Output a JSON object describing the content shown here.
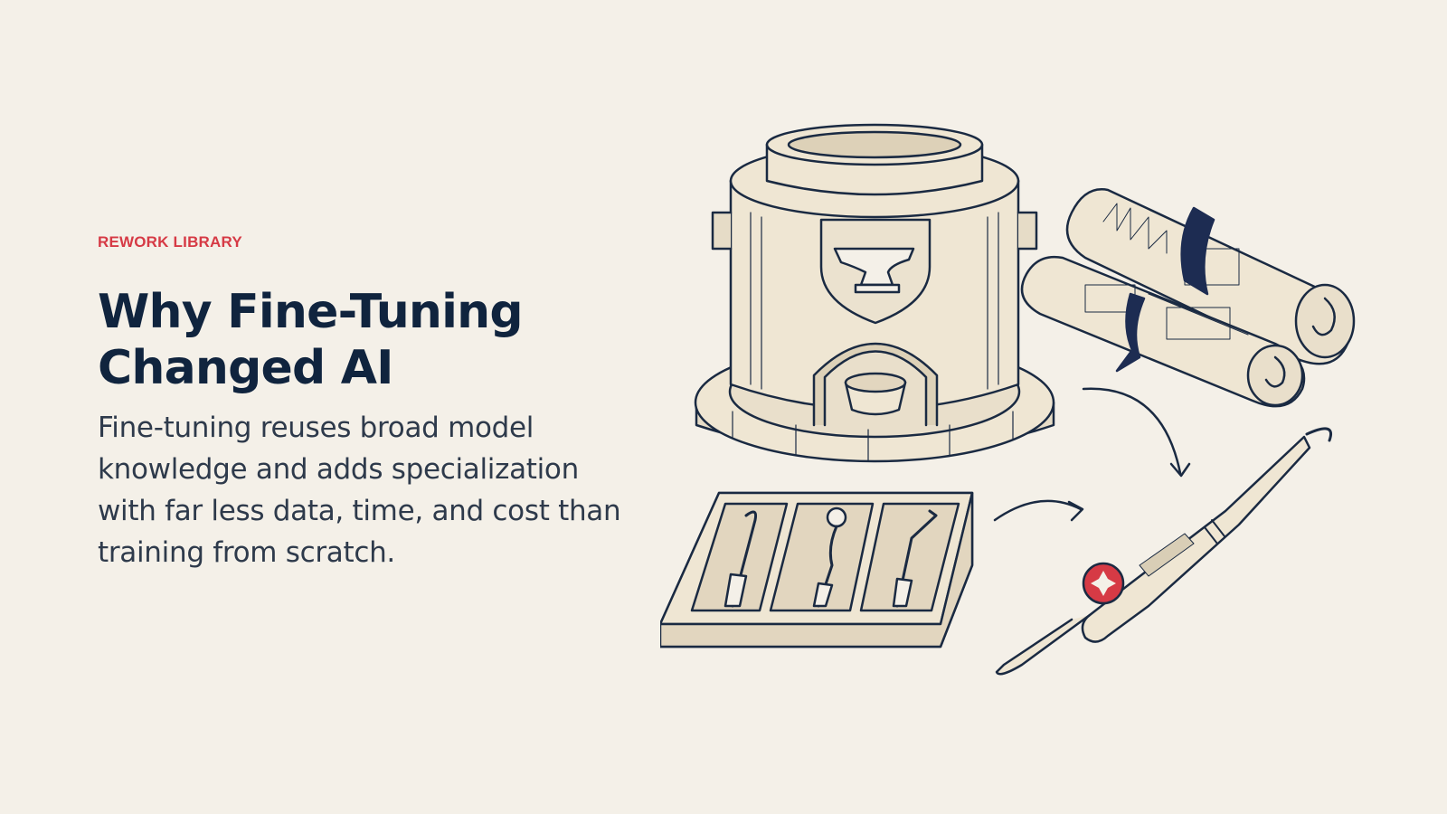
{
  "hero": {
    "eyebrow": "REWORK LIBRARY",
    "title_line1": "Why Fine-Tuning",
    "title_line2": "Changed AI",
    "body": "Fine-tuning reuses broad model knowledge and adds specialization with far less data, time, and cost than training from scratch."
  },
  "illustration": {
    "icons": [
      "forge-furnace-icon",
      "anvil-icon",
      "crucible-icon",
      "blueprint-scrolls-icon",
      "tool-tray-icon",
      "specialized-tool-icon",
      "arrow-icon"
    ]
  },
  "colors": {
    "accent": "#d63a45",
    "title": "#10243e",
    "body": "#2e3a4b",
    "background": "#f4f0e8",
    "ink": "#1a2a42",
    "cream": "#efe6d3",
    "ribbon": "#1d2c52"
  }
}
